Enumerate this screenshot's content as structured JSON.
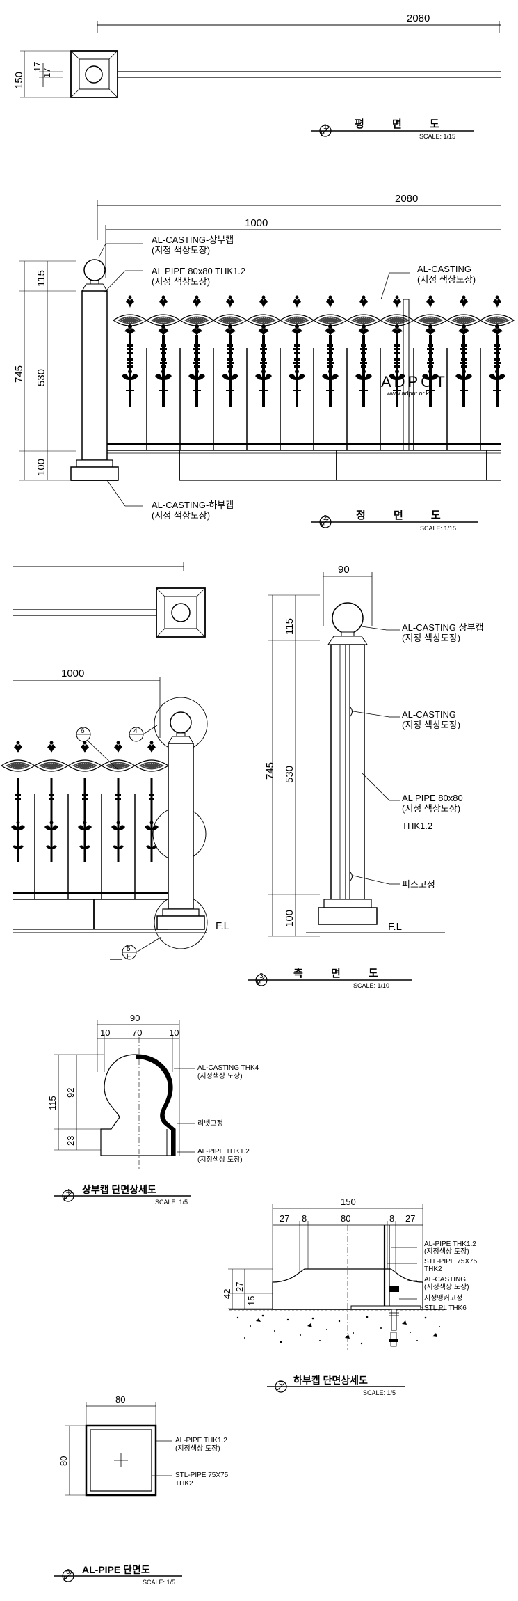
{
  "sheet": {
    "watermark": "ADPOT",
    "watermark_url": "www.adpot.or.kr"
  },
  "view1": {
    "dim_total": "2080",
    "dim_height": "150",
    "dim_a": "17",
    "dim_b": "17",
    "num": "1",
    "sub": "F",
    "title": "평 면 도",
    "scale": "SCALE: 1/15"
  },
  "view2": {
    "dim_total": "2080",
    "dim_panel": "1000",
    "dim_height": "745",
    "dim_top": "115",
    "dim_mid": "530",
    "dim_bot": "100",
    "label_cap": "AL-CASTING-상부캡",
    "label_cap_note": "(지정 색상도장)",
    "label_pipe": "AL PIPE 80x80 THK1.2",
    "label_pipe_note": "(지정 색상도장)",
    "label_cast": "AL-CASTING",
    "label_cast_note": "(지정 색상도장)",
    "label_base": "AL-CASTING-하부캡",
    "label_base_note": "(지정 색상도장)",
    "num": "2",
    "sub": "F",
    "title": "정 면 도",
    "scale": "SCALE: 1/15"
  },
  "view3": {
    "dim_panel": "1000",
    "dim_width": "90",
    "dim_height": "745",
    "dim_top": "115",
    "dim_mid": "530",
    "dim_bot": "100",
    "callout_6": "6",
    "callout_4": "4",
    "callout_5": "5",
    "callout_sub": "F",
    "fl_left": "F.L",
    "fl_right": "F.L",
    "label_cap": "AL-CASTING 상부캡",
    "label_cap_note": "(지정 색상도장)",
    "label_cast": "AL-CASTING",
    "label_cast_note": "(지정 색상도장)",
    "label_pipe": "AL PIPE 80x80",
    "label_pipe_note": "(지정 색상도장)",
    "label_pipe_thk": "THK1.2",
    "label_screw": "피스고정",
    "num": "3",
    "sub": "F",
    "title": "측 면 도",
    "scale": "SCALE: 1/10"
  },
  "view4": {
    "dim_w": "90",
    "dim_a": "10",
    "dim_b": "70",
    "dim_c": "10",
    "dim_h": "115",
    "dim_h1": "92",
    "dim_h2": "23",
    "label_cast": "AL-CASTING THK4",
    "label_cast_note": "(지정색상 도장)",
    "label_rivet": "리벳고정",
    "label_pipe": "AL-PIPE THK1.2",
    "label_pipe_note": "(지정색상 도장)",
    "num": "4",
    "sub": "F",
    "title": "상부캡 단면상세도",
    "scale": "SCALE: 1/5"
  },
  "view5": {
    "dim_w": "150",
    "dims_top": [
      "27",
      "8",
      "80",
      "8",
      "27"
    ],
    "dim_h": "42",
    "dim_h1": "27",
    "dim_h2": "15",
    "label_pipe": "AL-PIPE THK1.2",
    "label_pipe_note": "(지정색상 도장)",
    "label_stl": "STL-PIPE 75X75",
    "label_stl_thk": "THK2",
    "label_cast": "AL-CASTING",
    "label_cast_note": "(지정색상 도장)",
    "label_anchor": "지정앵커고정",
    "label_plate": "STL PL THK6",
    "num": "5",
    "sub": "F",
    "title": "하부캡 단면상세도",
    "scale": "SCALE: 1/5"
  },
  "view6": {
    "dim_w": "80",
    "dim_h": "80",
    "label_pipe": "AL-PIPE THK1.2",
    "label_pipe_note": "(지정색상 도장)",
    "label_stl": "STL-PIPE 75X75",
    "label_stl_thk": "THK2",
    "num": "6",
    "sub": "F",
    "title": "AL-PIPE 단면도",
    "scale": "SCALE: 1/5"
  }
}
